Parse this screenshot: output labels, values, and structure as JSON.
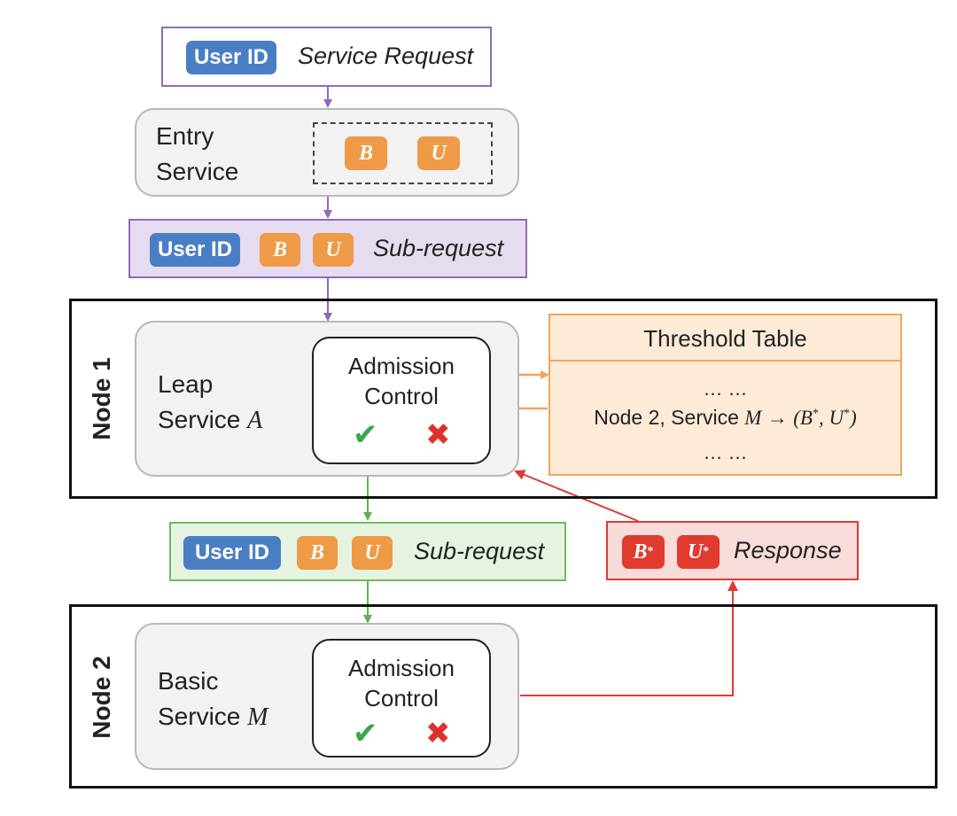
{
  "service_request": {
    "user_id": "User ID",
    "label": "Service Request"
  },
  "entry_service": {
    "line1": "Entry",
    "line2": "Service",
    "token_b": "B",
    "token_u": "U"
  },
  "sub_request_1": {
    "user_id": "User ID",
    "token_b": "B",
    "token_u": "U",
    "label": "Sub-request"
  },
  "node1": {
    "label": "Node 1",
    "service_line1": "Leap",
    "service_line2": "Service",
    "service_var": "A",
    "admission_line1": "Admission",
    "admission_line2": "Control",
    "check_icon": "✔",
    "cross_icon": "✖"
  },
  "threshold_table": {
    "title": "Threshold Table",
    "row_top": "… …",
    "row_mid_prefix": "Node 2, Service",
    "row_mid_var": "M",
    "row_mid_arrow": "→",
    "row_mid_tuple_open": "(",
    "row_mid_b": "B",
    "row_mid_star": "*",
    "row_mid_sep": ",",
    "row_mid_u": "U",
    "row_mid_close": ")",
    "row_bottom": "… …"
  },
  "sub_request_2": {
    "user_id": "User ID",
    "token_b": "B",
    "token_u": "U",
    "label": "Sub-request"
  },
  "response": {
    "token_b": "B",
    "token_u": "U",
    "star": "*",
    "label": "Response"
  },
  "node2": {
    "label": "Node 2",
    "service_line1": "Basic",
    "service_line2": "Service",
    "service_var": "M",
    "admission_line1": "Admission",
    "admission_line2": "Control",
    "check_icon": "✔",
    "cross_icon": "✖"
  },
  "colors": {
    "purple": "#8e6bb8",
    "purple_fill": "#e6dcef",
    "green": "#6cbf5c",
    "green_fill": "#e6f3e0",
    "red": "#e03a33",
    "red_fill": "#f8dcda",
    "orange": "#f1a55a",
    "orange_fill": "#fdebd8",
    "user_id_blue": "#4a7ec4",
    "token_orange": "#ef9a47"
  }
}
